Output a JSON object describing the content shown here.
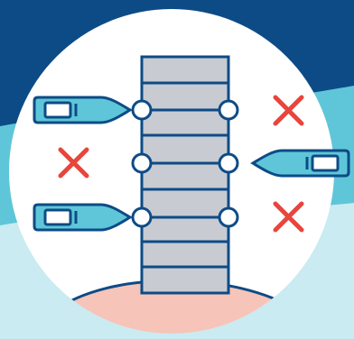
{
  "illustration": {
    "subject": "boat-docking-pier",
    "colors": {
      "navy": "#0d4b86",
      "teal": "#5ec6d8",
      "light_teal": "#c9ebf1",
      "white": "#ffffff",
      "pier_gray": "#c8cbd1",
      "outline": "#0d4b86",
      "boat_fill": "#5ec6d8",
      "x_red": "#e8453c",
      "sand": "#f6c4b8"
    },
    "icons": {
      "allowed_berth": "boat-icon",
      "forbidden_berth": "x-mark-icon",
      "mooring_ring": "ring-icon"
    },
    "left_berths": [
      "boat",
      "forbidden",
      "boat"
    ],
    "right_berths": [
      "forbidden",
      "boat",
      "forbidden"
    ]
  }
}
